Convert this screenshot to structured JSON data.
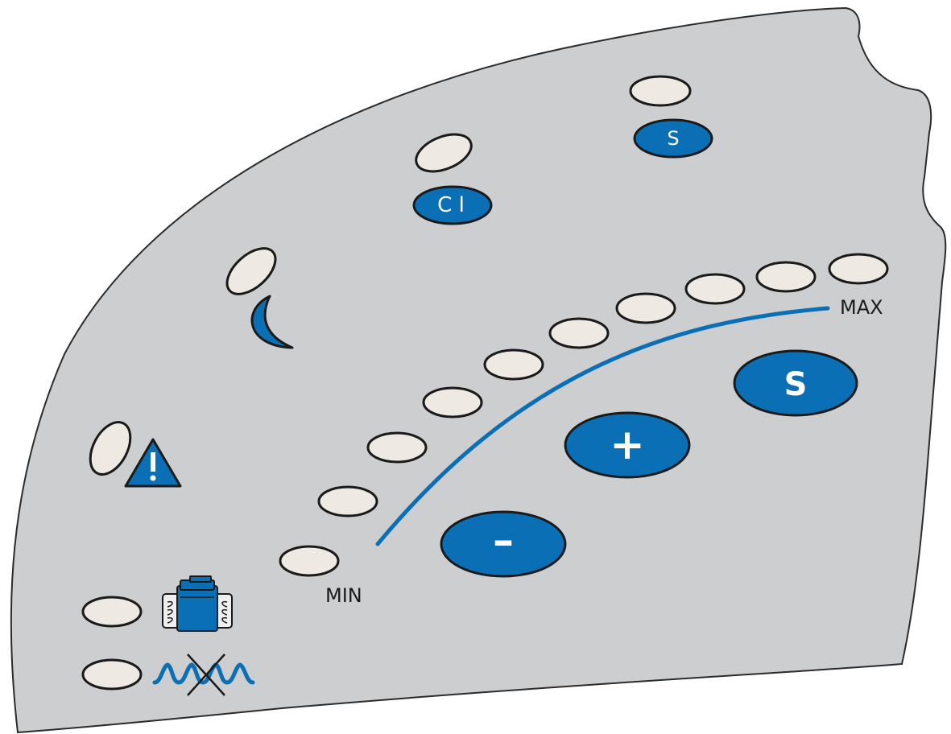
{
  "panel": {
    "color": "#cdcecf",
    "outline": "#2b2b2b"
  },
  "accent_color": "#0a6fb5",
  "led_color": "#efe9e4",
  "labels": {
    "cl": "C l",
    "s_small": "S",
    "s_large": "S",
    "plus": "+",
    "minus": "–",
    "min": "MIN",
    "max": "MAX"
  },
  "icons": {
    "moon": "night-mode-icon",
    "warning": "warning-icon",
    "filter": "filter-cartridge-icon",
    "no_water": "no-water-icon"
  }
}
